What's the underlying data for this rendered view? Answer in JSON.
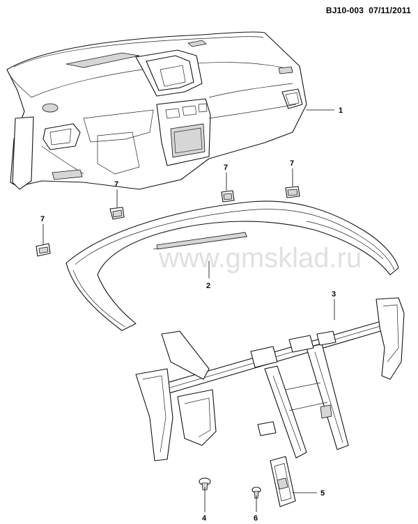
{
  "header": {
    "ref_code": "BJ10-003",
    "date": "07/11/2011"
  },
  "watermark": "www.gmsklad.ru",
  "callouts": {
    "c1": "1",
    "c2": "2",
    "c3": "3",
    "c4": "4",
    "c5": "5",
    "c6": "6",
    "c7a": "7",
    "c7b": "7",
    "c7c": "7",
    "c7d": "7"
  },
  "parts": [
    {
      "ref": "1",
      "icon": "instrument-panel-icon"
    },
    {
      "ref": "2",
      "icon": "panel-pad-icon"
    },
    {
      "ref": "3",
      "icon": "cross-car-beam-icon"
    },
    {
      "ref": "4",
      "icon": "bolt-icon"
    },
    {
      "ref": "5",
      "icon": "bracket-icon"
    },
    {
      "ref": "6",
      "icon": "screw-icon"
    },
    {
      "ref": "7",
      "icon": "clip-icon"
    }
  ]
}
